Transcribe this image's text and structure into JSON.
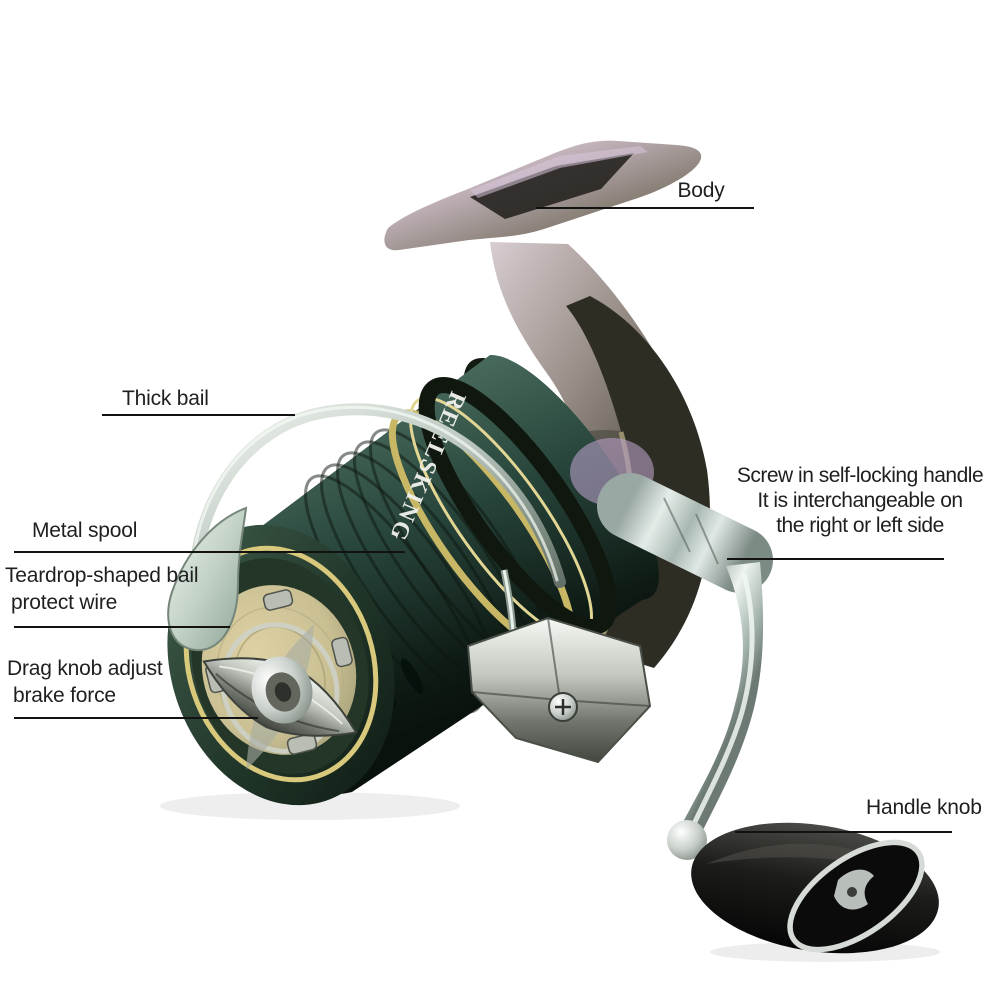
{
  "page": {
    "background": "#ffffff"
  },
  "product": {
    "type": "spinning-fishing-reel",
    "spool_brand": "REELSKING",
    "colors": {
      "spool_green": "#24403a",
      "gold_accent": "#d9c97c",
      "body_gunmetal": "#8d8580",
      "handle_chrome": "#cfd8d2",
      "knob_black": "#141414",
      "drag_face_champagne": "#c9bf92",
      "label_text": "#1f1f1f",
      "leader_line": "#121212"
    }
  },
  "labels": {
    "body": {
      "text": "Body"
    },
    "thick_bail": {
      "text": "Thick bail"
    },
    "metal_spool": {
      "text": "Metal spool"
    },
    "teardrop": {
      "line1": "Teardrop-shaped bail",
      "line2": "protect wire"
    },
    "drag_knob": {
      "line1": "Drag knob adjust",
      "line2": "brake force"
    },
    "screw_handle": {
      "line1": "Screw in self-locking handle",
      "line2": "It is  interchangeable on",
      "line3": "the right or left side"
    },
    "handle_knob": {
      "text": "Handle knob"
    }
  }
}
